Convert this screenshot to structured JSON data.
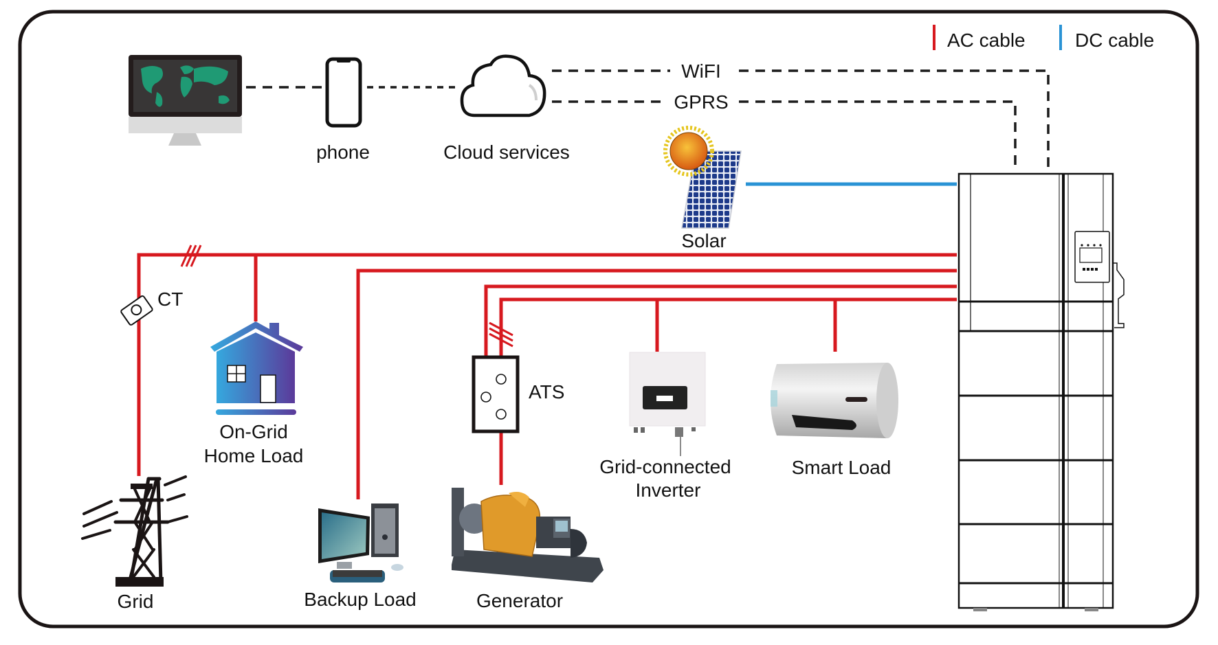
{
  "legend": {
    "ac": {
      "label": "AC cable",
      "color": "#d7191f"
    },
    "dc": {
      "label": "DC cable",
      "color": "#2a93d5"
    }
  },
  "communication": {
    "wifi_label": "WiFI",
    "gprs_label": "GPRS"
  },
  "devices": {
    "monitor": {
      "label": "",
      "icon": "desktop-monitor-icon"
    },
    "phone": {
      "label": "phone",
      "icon": "smartphone-icon"
    },
    "cloud": {
      "label": "Cloud services",
      "icon": "cloud-icon"
    },
    "solar": {
      "label": "Solar",
      "icon": "solar-panel-icon"
    },
    "ct": {
      "label": "CT",
      "icon": "current-transformer-icon"
    },
    "home": {
      "label_line1": "On-Grid",
      "label_line2": "Home Load",
      "icon": "house-icon"
    },
    "grid": {
      "label": "Grid",
      "icon": "power-tower-icon"
    },
    "backup": {
      "label": "Backup Load",
      "icon": "desktop-computer-icon"
    },
    "ats": {
      "label": "ATS",
      "icon": "switch-box-icon"
    },
    "generator": {
      "label": "Generator",
      "icon": "generator-icon"
    },
    "inverter": {
      "label_line1": "Grid-connected",
      "label_line2": "Inverter",
      "icon": "inverter-icon"
    },
    "smart": {
      "label": "Smart Load",
      "icon": "water-heater-icon"
    },
    "battery": {
      "label": "",
      "icon": "hybrid-inverter-battery-cabinet-icon"
    }
  }
}
